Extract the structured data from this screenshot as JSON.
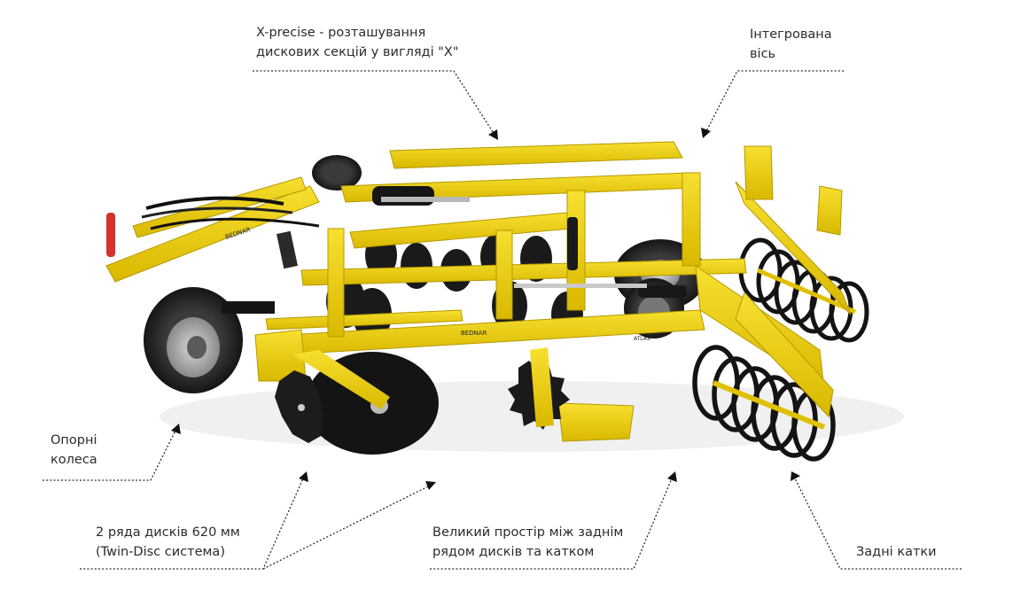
{
  "callouts": {
    "xprecise": {
      "line1": "X-precise - розташування",
      "line2": "дискових секцій у вигляді \"Х\""
    },
    "axle": {
      "line1": "Інтегрована",
      "line2": "вісь"
    },
    "wheels": {
      "line1": "Опорні",
      "line2": "колеса"
    },
    "discs": {
      "line1": "2 ряда дисків 620 мм",
      "line2": "(Twin-Disc система)"
    },
    "space": {
      "line1": "Великий простір між заднім",
      "line2": "рядом дисків та катком"
    },
    "rollers": {
      "line1": "Задні катки"
    }
  },
  "machine": {
    "brand_mark": "BEDNAR",
    "model_mark": "ATLAS"
  },
  "colors": {
    "frame_yellow": "#f2d20f",
    "frame_shadow": "#c9a800",
    "steel_dark": "#1c1c1c",
    "text": "#2b2b2b"
  }
}
